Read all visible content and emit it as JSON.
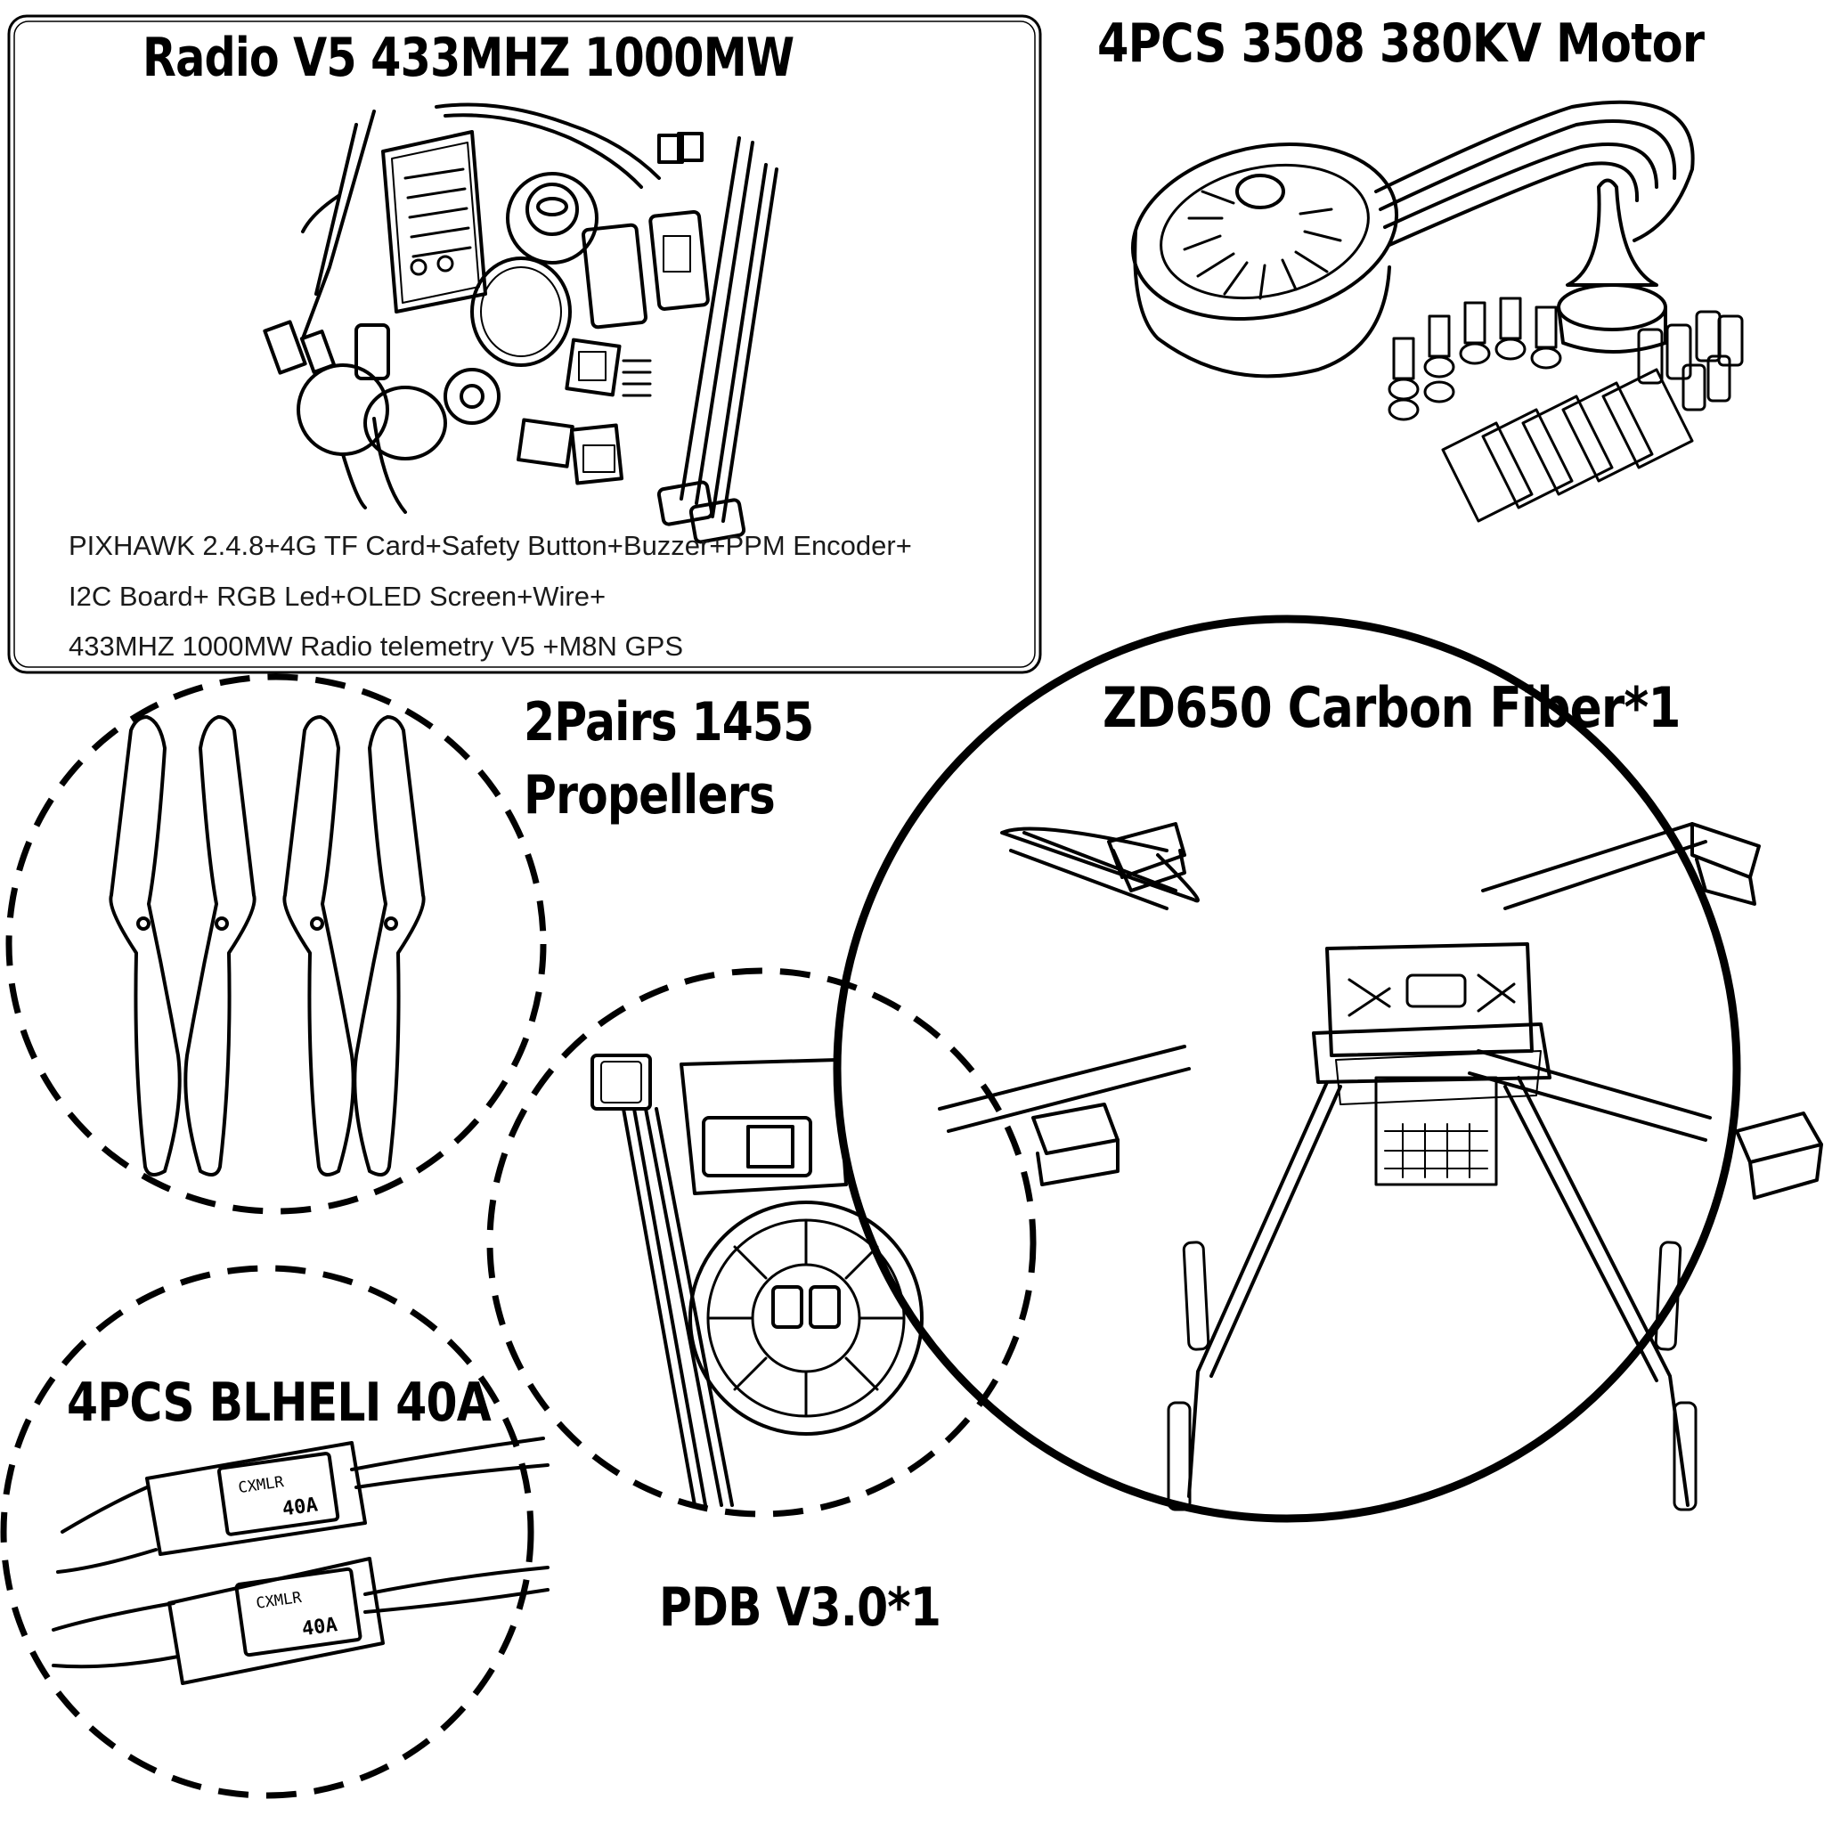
{
  "radio_kit": {
    "title": "Radio V5 433MHZ 1000MW",
    "lines": [
      "PIXHAWK 2.4.8+4G TF Card+Safety Button+Buzzer+PPM Encoder+",
      "I2C Board+ RGB Led+OLED Screen+Wire+",
      "433MHZ 1000MW Radio telemetry V5 +M8N GPS"
    ]
  },
  "motor": {
    "title": "4PCS 3508 380KV Motor"
  },
  "propellers": {
    "title_line1": "2Pairs 1455",
    "title_line2": "Propellers"
  },
  "frame": {
    "title": "ZD650 Carbon Fiber*1"
  },
  "esc": {
    "title": "4PCS BLHELI 40A",
    "label_1": "CXMLR",
    "label_2": "40A",
    "label_3": "CXMLR",
    "label_4": "40A"
  },
  "pdb": {
    "title": "PDB V3.0*1"
  }
}
